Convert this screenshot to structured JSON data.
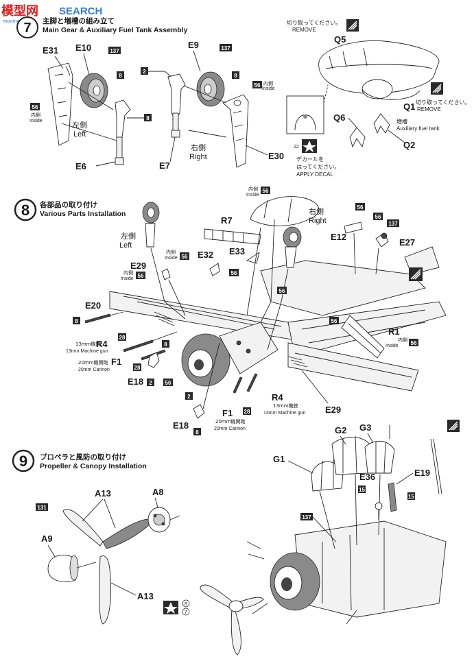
{
  "watermark": {
    "logo_text": "模型网",
    "brand": "SEARCH",
    "domain": "moxing.net"
  },
  "step7": {
    "number": "7",
    "title_jp": "主脚と増槽の組み立て",
    "title_en": "Main Gear & Auxiliary Fuel Tank Assembly",
    "parts": {
      "e31": "E31",
      "e10": "E10",
      "e9": "E9",
      "e6": "E6",
      "e7": "E7",
      "e30": "E30",
      "q5": "Q5",
      "q6": "Q6",
      "q1": "Q1",
      "q2": "Q2"
    },
    "left_jp": "左側",
    "left_en": "Left",
    "right_jp": "右側",
    "right_en": "Right",
    "inside_jp": "内側",
    "inside_en": "Inside",
    "cut_jp": "切り取ってください。",
    "remove": "REMOVE",
    "tank_jp": "増槽",
    "tank_en": "Auxiliary fuel tank",
    "decal_jp1": "デカールを",
    "decal_jp2": "はってください。",
    "decal_en": "APPLY DECAL",
    "decal_no": "22",
    "badges": {
      "b137": "137",
      "b8": "8",
      "b2": "2",
      "b56": "56"
    }
  },
  "step8": {
    "number": "8",
    "title_jp": "各部品の取り付け",
    "title_en": "Various Parts Installation",
    "parts": {
      "r7": "R7",
      "e32": "E32",
      "e33": "E33",
      "e29": "E29",
      "e20": "E20",
      "r4": "R4",
      "f1": "F1",
      "e18": "E18",
      "e12": "E12",
      "e27": "E27",
      "r1": "R1"
    },
    "left_jp": "左側",
    "left_en": "Left",
    "right_jp": "右側",
    "right_en": "Right",
    "inside_jp": "内側",
    "inside_en": "Inside",
    "mg_jp": "13mm機銃",
    "mg_en": "13mm Machine gun",
    "cannon_jp": "20mm機関砲",
    "cannon_en": "20mm Cannon",
    "badges": {
      "b56": "56",
      "b8": "8",
      "b28": "28",
      "b2": "2",
      "b137": "137"
    }
  },
  "step9": {
    "number": "9",
    "title_jp": "プロペラと風防の取り付け",
    "title_en": "Propeller & Canopy Installation",
    "parts": {
      "a13": "A13",
      "a8": "A8",
      "a9": "A9",
      "g1": "G1",
      "g2": "G2",
      "g3": "G3",
      "e36": "E36",
      "e19": "E19"
    },
    "badges": {
      "b131": "131",
      "b137": "137",
      "b15": "15"
    },
    "circle8": "8",
    "circle7": "7"
  }
}
